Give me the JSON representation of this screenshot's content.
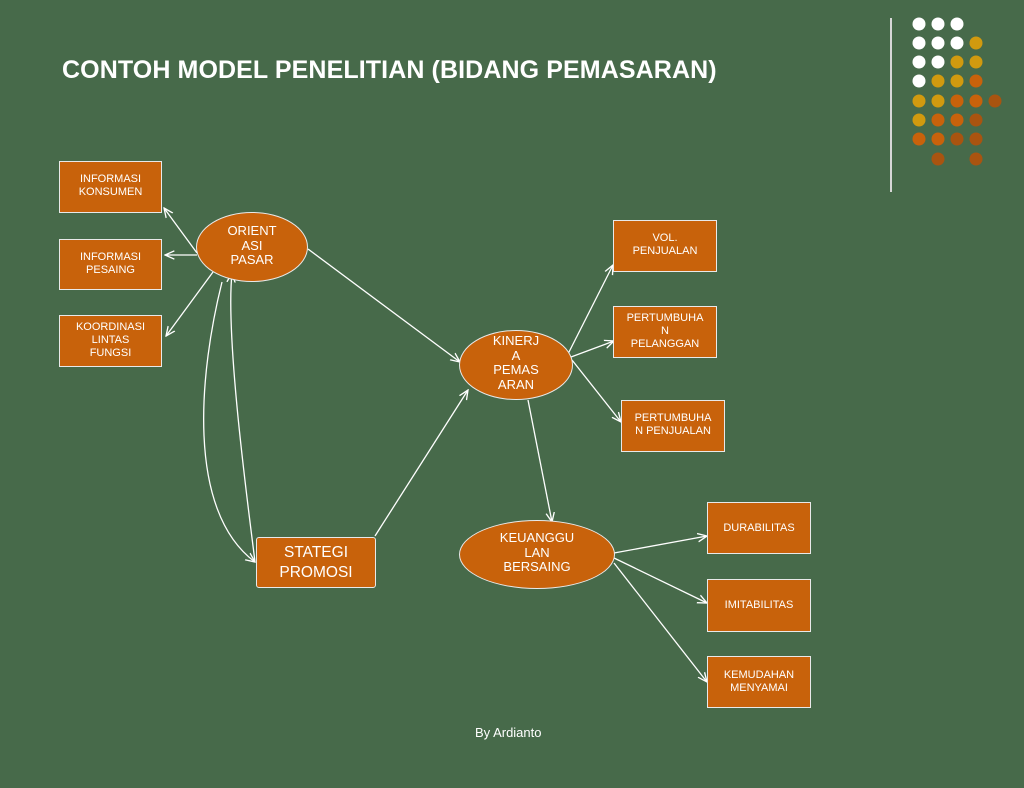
{
  "title": "CONTOH MODEL PENELITIAN (BIDANG PEMASARAN)",
  "nodes": {
    "info_konsumen": "INFORMASI\nKONSUMEN",
    "info_pesaing": "INFORMASI\nPESAING",
    "koordinasi": "KOORDINASI\nLINTAS\nFUNGSI",
    "orientasi": "ORIENT\nASI\nPASAR",
    "kinerja": "KINERJ\nA\nPEMAS\nARAN",
    "vol_penjualan": "VOL.\nPENJUALAN",
    "pertumbuhan_pelanggan": "PERTUMBUHA\nN\nPELANGGAN",
    "pertumbuhan_penjualan": "PERTUMBUHA\nN PENJUALAN",
    "strategi": "STATEGI\nPROMOSI",
    "keunggulan": "KEUANGGU\nLAN\nBERSAING",
    "durabilitas": "DURABILITAS",
    "imitabilitas": "IMITABILITAS",
    "kemudahan": "KEMUDAHAN\nMENYAMAI"
  },
  "footer": "By Ardianto",
  "colors": {
    "background": "#476a4a",
    "node_fill": "#c8620b",
    "outline": "#e9e9e9",
    "dot_white": "#ffffff",
    "dot_gold": "#d19a0f",
    "dot_orange": "#c8620b",
    "dot_brown": "#a95410"
  }
}
